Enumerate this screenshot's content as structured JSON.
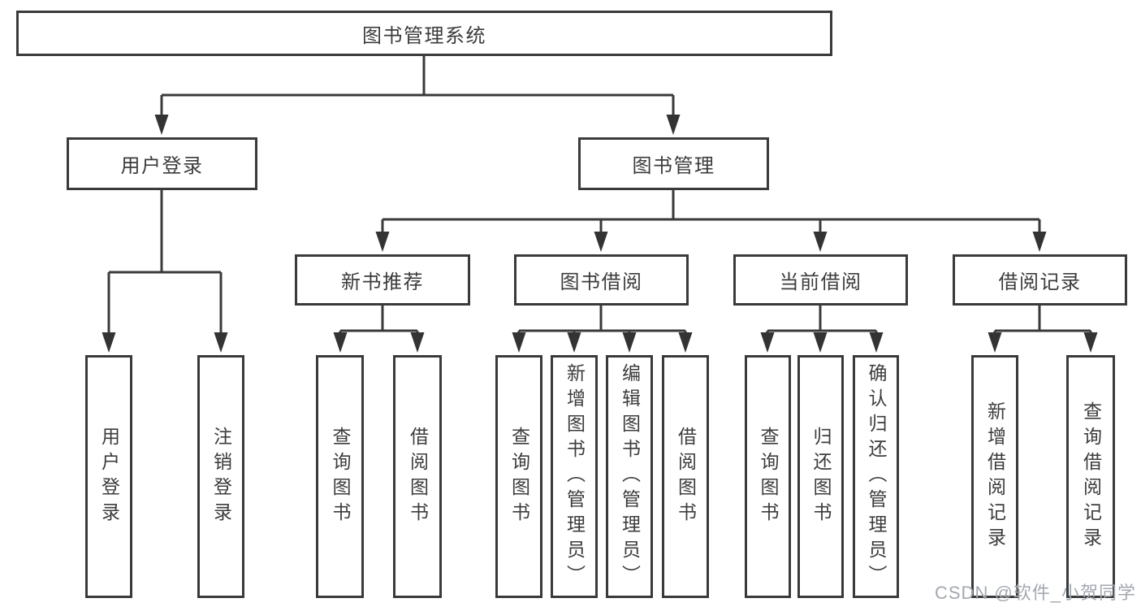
{
  "diagram_title": "图书管理系统",
  "nodes": {
    "root": "图书管理系统",
    "level2": {
      "user_login": "用户登录",
      "book_mgmt": "图书管理"
    },
    "level3": {
      "new_book_rec": "新书推荐",
      "book_borrow": "图书借阅",
      "current_borrow": "当前借阅",
      "borrow_records": "借阅记录"
    },
    "leaves": {
      "user_login": "用户登录",
      "logout": "注销登录",
      "rec_query_books": "查询图书",
      "rec_borrow_books": "借阅图书",
      "borrow_query_books": "查询图书",
      "borrow_add_books": "新增图书（管理员）",
      "borrow_edit_books": "编辑图书（管理员）",
      "borrow_borrow_books": "借阅图书",
      "current_query_books": "查询图书",
      "current_return_books": "归还图书",
      "current_confirm_return": "确认归还（管理员）",
      "records_add_record": "新增借阅记录",
      "records_query_record": "查询借阅记录"
    }
  },
  "watermark": "CSDN @软件_小贺同学",
  "colors": {
    "line": "#3a3a3a",
    "text": "#3c3c3c",
    "watermark": "#a3a8b0",
    "background": "#ffffff"
  }
}
